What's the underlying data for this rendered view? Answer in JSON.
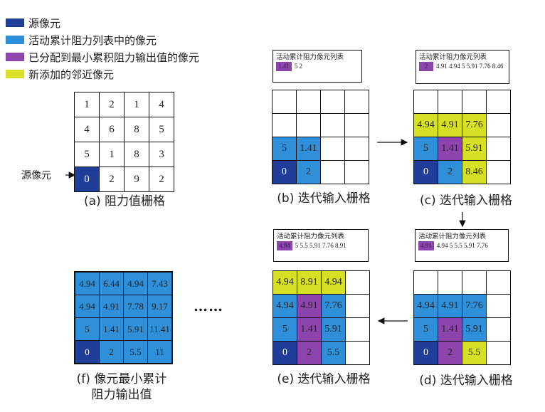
{
  "colors": {
    "source": "#1f3d99",
    "active": "#2f8fd8",
    "assigned": "#8e44ad",
    "newNeighbor": "#d6e024",
    "empty": "#ffffff"
  },
  "legend": [
    {
      "key": "source",
      "label": "源像元"
    },
    {
      "key": "active",
      "label": "活动累计阻力列表中的像元"
    },
    {
      "key": "assigned",
      "label": "已分配到最小累积阻力输出值的像元"
    },
    {
      "key": "newNeighbor",
      "label": "新添加的邻近像元"
    }
  ],
  "source_label": "源像元",
  "ellipsis": "……",
  "panels": {
    "a": {
      "caption": "(a) 阻力值栅格",
      "cells": [
        [
          {
            "v": "1",
            "c": "empty"
          },
          {
            "v": "2",
            "c": "empty"
          },
          {
            "v": "1",
            "c": "empty"
          },
          {
            "v": "4",
            "c": "empty"
          }
        ],
        [
          {
            "v": "4",
            "c": "empty"
          },
          {
            "v": "6",
            "c": "empty"
          },
          {
            "v": "8",
            "c": "empty"
          },
          {
            "v": "5",
            "c": "empty"
          }
        ],
        [
          {
            "v": "5",
            "c": "empty"
          },
          {
            "v": "1",
            "c": "empty"
          },
          {
            "v": "8",
            "c": "empty"
          },
          {
            "v": "3",
            "c": "empty"
          }
        ],
        [
          {
            "v": "0",
            "c": "source"
          },
          {
            "v": "2",
            "c": "empty"
          },
          {
            "v": "9",
            "c": "empty"
          },
          {
            "v": "2",
            "c": "empty"
          }
        ]
      ]
    },
    "b": {
      "caption": "(b) 迭代输入栅格",
      "list_title": "活动累计阻力像元列表",
      "list_first": "1.41",
      "list_rest": "5  2",
      "cells": [
        [
          {
            "v": "",
            "c": "empty"
          },
          {
            "v": "",
            "c": "empty"
          },
          {
            "v": "",
            "c": "empty"
          },
          {
            "v": "",
            "c": "empty"
          }
        ],
        [
          {
            "v": "",
            "c": "empty"
          },
          {
            "v": "",
            "c": "empty"
          },
          {
            "v": "",
            "c": "empty"
          },
          {
            "v": "",
            "c": "empty"
          }
        ],
        [
          {
            "v": "5",
            "c": "active"
          },
          {
            "v": "1.41",
            "c": "active"
          },
          {
            "v": "",
            "c": "empty"
          },
          {
            "v": "",
            "c": "empty"
          }
        ],
        [
          {
            "v": "0",
            "c": "source"
          },
          {
            "v": "2",
            "c": "active"
          },
          {
            "v": "",
            "c": "empty"
          },
          {
            "v": "",
            "c": "empty"
          }
        ]
      ]
    },
    "c": {
      "caption": "(c) 迭代输入栅格",
      "list_title": "活动累计阻力像元列表",
      "list_first": "2",
      "list_rest": "4.91 4.94 5 5.91 7.76 8.46",
      "cells": [
        [
          {
            "v": "",
            "c": "empty"
          },
          {
            "v": "",
            "c": "empty"
          },
          {
            "v": "",
            "c": "empty"
          },
          {
            "v": "",
            "c": "empty"
          }
        ],
        [
          {
            "v": "4.94",
            "c": "newNeighbor"
          },
          {
            "v": "4.91",
            "c": "newNeighbor"
          },
          {
            "v": "7.76",
            "c": "newNeighbor"
          },
          {
            "v": "",
            "c": "empty"
          }
        ],
        [
          {
            "v": "5",
            "c": "active"
          },
          {
            "v": "1.41",
            "c": "assigned"
          },
          {
            "v": "5.91",
            "c": "newNeighbor"
          },
          {
            "v": "",
            "c": "empty"
          }
        ],
        [
          {
            "v": "0",
            "c": "source"
          },
          {
            "v": "2",
            "c": "active"
          },
          {
            "v": "8.46",
            "c": "newNeighbor"
          },
          {
            "v": "",
            "c": "empty"
          }
        ]
      ]
    },
    "d": {
      "caption": "(d) 迭代输入栅格",
      "list_title": "活动累计阻力像元列表",
      "list_first": "4.91",
      "list_rest": "4.94 5 5.5 5.91 7.76",
      "cells": [
        [
          {
            "v": "",
            "c": "empty"
          },
          {
            "v": "",
            "c": "empty"
          },
          {
            "v": "",
            "c": "empty"
          },
          {
            "v": "",
            "c": "empty"
          }
        ],
        [
          {
            "v": "4.94",
            "c": "active"
          },
          {
            "v": "4.91",
            "c": "active"
          },
          {
            "v": "7.76",
            "c": "active"
          },
          {
            "v": "",
            "c": "empty"
          }
        ],
        [
          {
            "v": "5",
            "c": "active"
          },
          {
            "v": "1.41",
            "c": "assigned"
          },
          {
            "v": "5.91",
            "c": "active"
          },
          {
            "v": "",
            "c": "empty"
          }
        ],
        [
          {
            "v": "0",
            "c": "source"
          },
          {
            "v": "2",
            "c": "assigned"
          },
          {
            "v": "5.5",
            "c": "newNeighbor"
          },
          {
            "v": "",
            "c": "empty"
          }
        ]
      ]
    },
    "e": {
      "caption": "(e) 迭代输入栅格",
      "list_title": "活动累计阻力像元列表",
      "list_first": "4.94",
      "list_rest": "5  5.5 5.91 7.76 8.91",
      "cells": [
        [
          {
            "v": "4.94",
            "c": "newNeighbor"
          },
          {
            "v": "8.91",
            "c": "newNeighbor"
          },
          {
            "v": "4.94",
            "c": "newNeighbor"
          },
          {
            "v": "",
            "c": "empty"
          }
        ],
        [
          {
            "v": "4.94",
            "c": "active"
          },
          {
            "v": "4.91",
            "c": "assigned"
          },
          {
            "v": "7.76",
            "c": "active"
          },
          {
            "v": "",
            "c": "empty"
          }
        ],
        [
          {
            "v": "5",
            "c": "active"
          },
          {
            "v": "1.41",
            "c": "assigned"
          },
          {
            "v": "5.91",
            "c": "active"
          },
          {
            "v": "",
            "c": "empty"
          }
        ],
        [
          {
            "v": "0",
            "c": "source"
          },
          {
            "v": "2",
            "c": "assigned"
          },
          {
            "v": "5.5",
            "c": "active"
          },
          {
            "v": "",
            "c": "empty"
          }
        ]
      ]
    },
    "f": {
      "caption_line1": "(f) 像元最小累计",
      "caption_line2": "阻力输出值",
      "cells": [
        [
          {
            "v": "4.94",
            "c": "active"
          },
          {
            "v": "6.44",
            "c": "active"
          },
          {
            "v": "4.94",
            "c": "active"
          },
          {
            "v": "7.43",
            "c": "active"
          }
        ],
        [
          {
            "v": "4.94",
            "c": "active"
          },
          {
            "v": "4.91",
            "c": "active"
          },
          {
            "v": "7.78",
            "c": "active"
          },
          {
            "v": "9.17",
            "c": "active"
          }
        ],
        [
          {
            "v": "5",
            "c": "active"
          },
          {
            "v": "1.41",
            "c": "active"
          },
          {
            "v": "5.91",
            "c": "active"
          },
          {
            "v": "11.41",
            "c": "active"
          }
        ],
        [
          {
            "v": "0",
            "c": "source"
          },
          {
            "v": "2",
            "c": "active"
          },
          {
            "v": "5.5",
            "c": "active"
          },
          {
            "v": "11",
            "c": "active"
          }
        ]
      ]
    }
  }
}
